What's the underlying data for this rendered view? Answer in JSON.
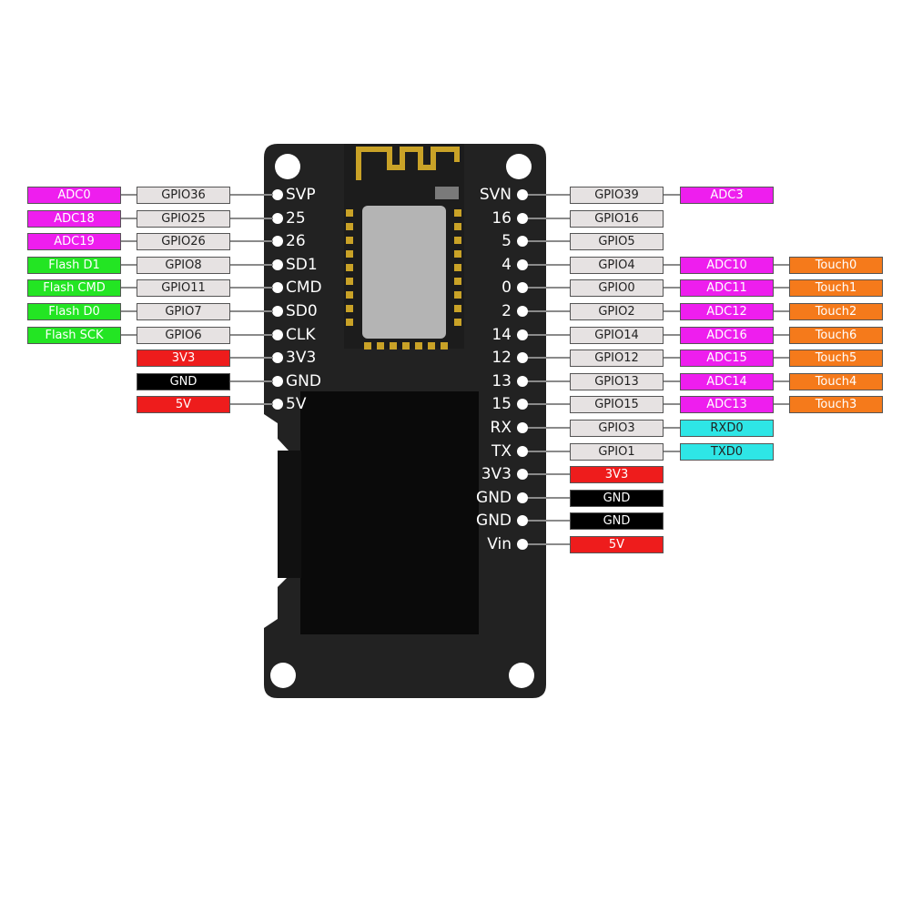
{
  "colors": {
    "adc": "#ee1eee",
    "flash": "#23e523",
    "gpio": "#e6e2e2",
    "power": "#ee1c1c",
    "gnd": "#000000",
    "touch": "#f57a1b",
    "uart": "#2ee6e6",
    "board": "#222222"
  },
  "left_pins": [
    {
      "label": "SVP",
      "tags": [
        {
          "text": "GPIO36",
          "kind": "gpio"
        },
        {
          "text": "ADC0",
          "kind": "adc"
        }
      ]
    },
    {
      "label": "25",
      "tags": [
        {
          "text": "GPIO25",
          "kind": "gpio"
        },
        {
          "text": "ADC18",
          "kind": "adc"
        }
      ]
    },
    {
      "label": "26",
      "tags": [
        {
          "text": "GPIO26",
          "kind": "gpio"
        },
        {
          "text": "ADC19",
          "kind": "adc"
        }
      ]
    },
    {
      "label": "SD1",
      "tags": [
        {
          "text": "GPIO8",
          "kind": "gpio"
        },
        {
          "text": "Flash D1",
          "kind": "flash"
        }
      ]
    },
    {
      "label": "CMD",
      "tags": [
        {
          "text": "GPIO11",
          "kind": "gpio"
        },
        {
          "text": "Flash CMD",
          "kind": "flash"
        }
      ]
    },
    {
      "label": "SD0",
      "tags": [
        {
          "text": "GPIO7",
          "kind": "gpio"
        },
        {
          "text": "Flash D0",
          "kind": "flash"
        }
      ]
    },
    {
      "label": "CLK",
      "tags": [
        {
          "text": "GPIO6",
          "kind": "gpio"
        },
        {
          "text": "Flash SCK",
          "kind": "flash"
        }
      ]
    },
    {
      "label": "3V3",
      "tags": [
        {
          "text": "3V3",
          "kind": "power"
        }
      ]
    },
    {
      "label": "GND",
      "tags": [
        {
          "text": "GND",
          "kind": "gnd"
        }
      ]
    },
    {
      "label": "5V",
      "tags": [
        {
          "text": "5V",
          "kind": "power"
        }
      ]
    }
  ],
  "right_pins": [
    {
      "label": "SVN",
      "tags": [
        {
          "text": "GPIO39",
          "kind": "gpio"
        },
        {
          "text": "ADC3",
          "kind": "adc"
        }
      ]
    },
    {
      "label": "16",
      "tags": [
        {
          "text": "GPIO16",
          "kind": "gpio"
        }
      ]
    },
    {
      "label": "5",
      "tags": [
        {
          "text": "GPIO5",
          "kind": "gpio"
        }
      ]
    },
    {
      "label": "4",
      "tags": [
        {
          "text": "GPIO4",
          "kind": "gpio"
        },
        {
          "text": "ADC10",
          "kind": "adc"
        },
        {
          "text": "Touch0",
          "kind": "touch"
        }
      ]
    },
    {
      "label": "0",
      "tags": [
        {
          "text": "GPIO0",
          "kind": "gpio"
        },
        {
          "text": "ADC11",
          "kind": "adc"
        },
        {
          "text": "Touch1",
          "kind": "touch"
        }
      ]
    },
    {
      "label": "2",
      "tags": [
        {
          "text": "GPIO2",
          "kind": "gpio"
        },
        {
          "text": "ADC12",
          "kind": "adc"
        },
        {
          "text": "Touch2",
          "kind": "touch"
        }
      ]
    },
    {
      "label": "14",
      "tags": [
        {
          "text": "GPIO14",
          "kind": "gpio"
        },
        {
          "text": "ADC16",
          "kind": "adc"
        },
        {
          "text": "Touch6",
          "kind": "touch"
        }
      ]
    },
    {
      "label": "12",
      "tags": [
        {
          "text": "GPIO12",
          "kind": "gpio"
        },
        {
          "text": "ADC15",
          "kind": "adc"
        },
        {
          "text": "Touch5",
          "kind": "touch"
        }
      ]
    },
    {
      "label": "13",
      "tags": [
        {
          "text": "GPIO13",
          "kind": "gpio"
        },
        {
          "text": "ADC14",
          "kind": "adc"
        },
        {
          "text": "Touch4",
          "kind": "touch"
        }
      ]
    },
    {
      "label": "15",
      "tags": [
        {
          "text": "GPIO15",
          "kind": "gpio"
        },
        {
          "text": "ADC13",
          "kind": "adc"
        },
        {
          "text": "Touch3",
          "kind": "touch"
        }
      ]
    },
    {
      "label": "RX",
      "tags": [
        {
          "text": "GPIO3",
          "kind": "gpio"
        },
        {
          "text": "RXD0",
          "kind": "uart"
        }
      ]
    },
    {
      "label": "TX",
      "tags": [
        {
          "text": "GPIO1",
          "kind": "gpio"
        },
        {
          "text": "TXD0",
          "kind": "uart"
        }
      ]
    },
    {
      "label": "3V3",
      "tags": [
        {
          "text": "3V3",
          "kind": "power"
        }
      ]
    },
    {
      "label": "GND",
      "tags": [
        {
          "text": "GND",
          "kind": "gnd"
        }
      ]
    },
    {
      "label": "GND",
      "tags": [
        {
          "text": "GND",
          "kind": "gnd"
        }
      ]
    },
    {
      "label": "Vin",
      "tags": [
        {
          "text": "5V",
          "kind": "power"
        }
      ]
    }
  ]
}
